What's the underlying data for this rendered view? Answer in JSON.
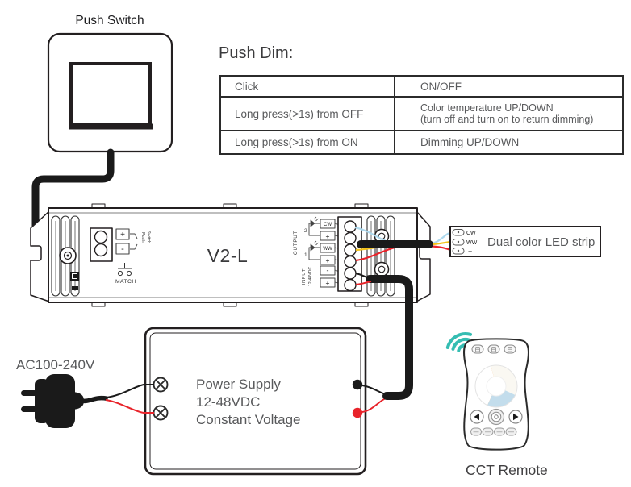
{
  "push_switch": {
    "label": "Push Switch"
  },
  "push_dim": {
    "title": "Push Dim:",
    "rows": [
      {
        "action": "Click",
        "result": "ON/OFF",
        "result2": ""
      },
      {
        "action": "Long press(>1s) from OFF",
        "result": "Color temperature UP/DOWN",
        "result2": "(turn off and turn on to return dimming)"
      },
      {
        "action": "Long press(>1s) from ON",
        "result": "Dimming UP/DOWN",
        "result2": ""
      }
    ]
  },
  "controller": {
    "model": "V2-L",
    "match_label": "MATCH",
    "push_port": {
      "plus": "+",
      "minus": "-",
      "line1": "Push",
      "line2": "Switch"
    },
    "output": {
      "label": "OUTPUT",
      "ch2": "2",
      "ch1": "1",
      "terminals": [
        "CW",
        "+",
        "WW",
        "+"
      ]
    },
    "input": {
      "label": "INPUT",
      "voltage": "12-48VDC",
      "terminals": [
        "-",
        "+"
      ]
    }
  },
  "led_strip": {
    "label": "Dual color LED strip",
    "pads": [
      "CW",
      "WW",
      "+"
    ]
  },
  "power_supply": {
    "ac_label": "AC100-240V",
    "lines": [
      "Power Supply",
      "12-48VDC",
      "Constant Voltage"
    ]
  },
  "remote": {
    "label": "CCT Remote"
  },
  "colors": {
    "line_dark": "#231f20",
    "text_gray": "#58595b",
    "wire_red": "#e8232a",
    "wire_black": "#1a1a1a",
    "wire_blue": "#aed9ee",
    "wire_yellow": "#f4c318",
    "wireless_teal": "#35bdb2",
    "wheel_orange": "#f0a257",
    "wheel_blue": "#c3ddec"
  }
}
